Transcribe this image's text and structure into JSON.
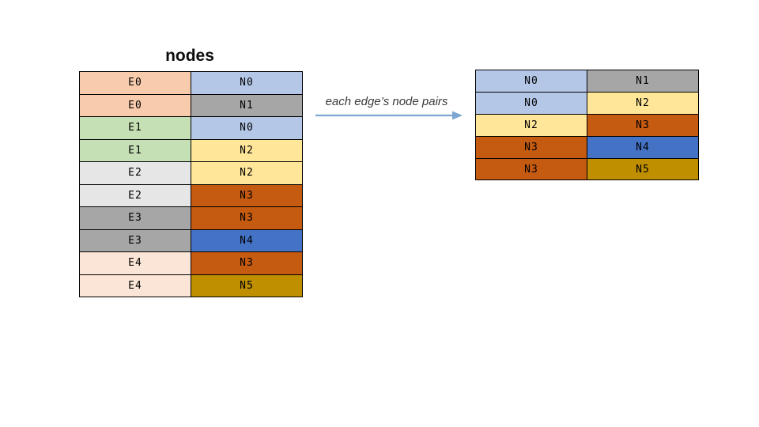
{
  "title": "nodes",
  "arrow": {
    "label": "each edge’s node pairs",
    "color": "#7EA6D3"
  },
  "cell_colors": {
    "E0": "#F8CBAD",
    "E1": "#C5E0B4",
    "E2": "#E7E6E6",
    "E3": "#A6A6A6",
    "E4": "#FBE5D6",
    "N0": "#B4C7E7",
    "N1": "#A6A6A6",
    "N2": "#FFE699",
    "N3": "#C55A11",
    "N4": "#4472C4",
    "N5": "#BF8F00"
  },
  "edge_table": {
    "rows": [
      [
        "E0",
        "N0"
      ],
      [
        "E0",
        "N1"
      ],
      [
        "E1",
        "N0"
      ],
      [
        "E1",
        "N2"
      ],
      [
        "E2",
        "N2"
      ],
      [
        "E2",
        "N3"
      ],
      [
        "E3",
        "N3"
      ],
      [
        "E3",
        "N4"
      ],
      [
        "E4",
        "N3"
      ],
      [
        "E4",
        "N5"
      ]
    ]
  },
  "pair_table": {
    "rows": [
      [
        "N0",
        "N1"
      ],
      [
        "N0",
        "N2"
      ],
      [
        "N2",
        "N3"
      ],
      [
        "N3",
        "N4"
      ],
      [
        "N3",
        "N5"
      ]
    ]
  }
}
